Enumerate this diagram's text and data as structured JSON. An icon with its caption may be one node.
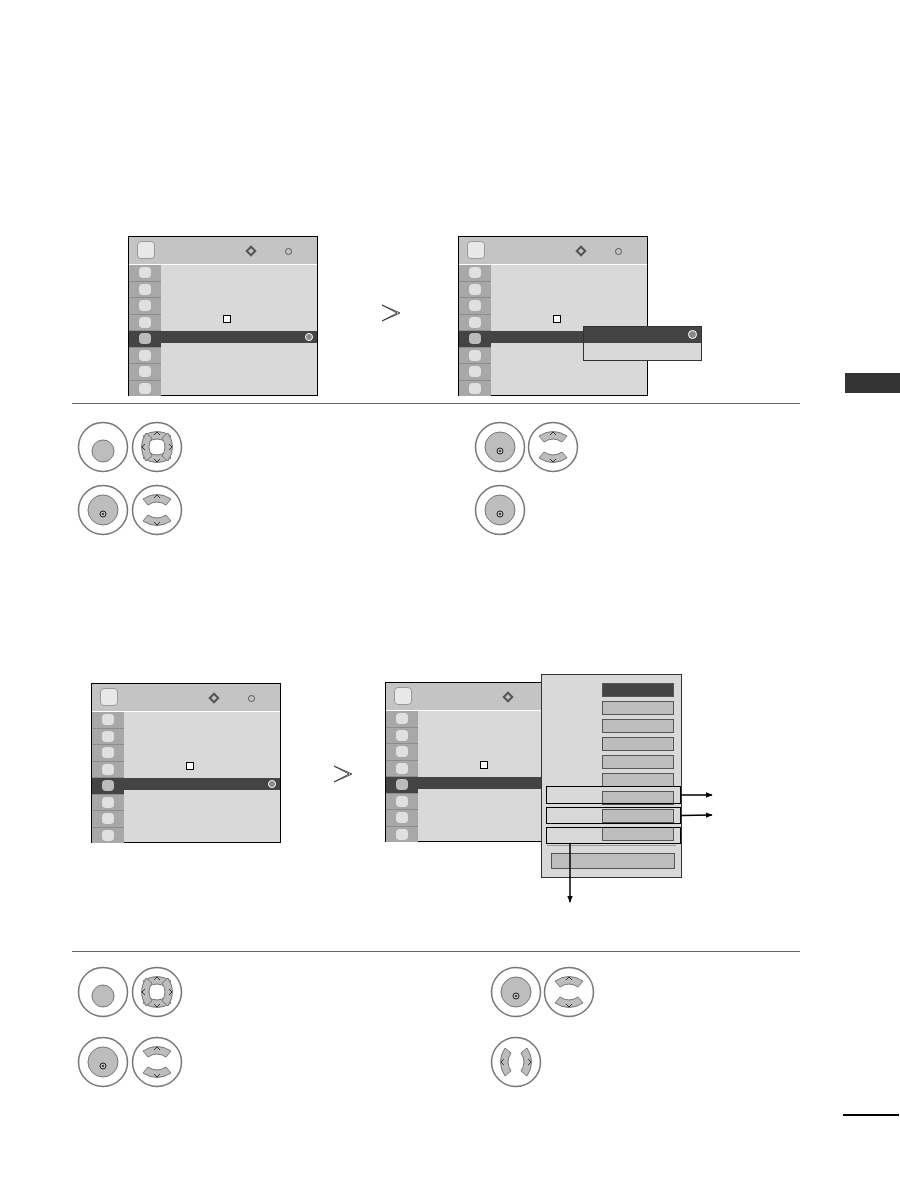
{
  "diagram": {
    "nodes": [
      {
        "text": [],
        "shape": "box"
      },
      {
        "text": [],
        "shape": "box"
      },
      {
        "text": [],
        "shape": "box"
      }
    ],
    "edges": [
      {
        "from": 0,
        "to": null,
        "arrow": "to"
      },
      {
        "from": 1,
        "to": null,
        "arrow": "to"
      },
      {
        "from": 2,
        "to": null,
        "arrow": "to"
      }
    ]
  }
}
